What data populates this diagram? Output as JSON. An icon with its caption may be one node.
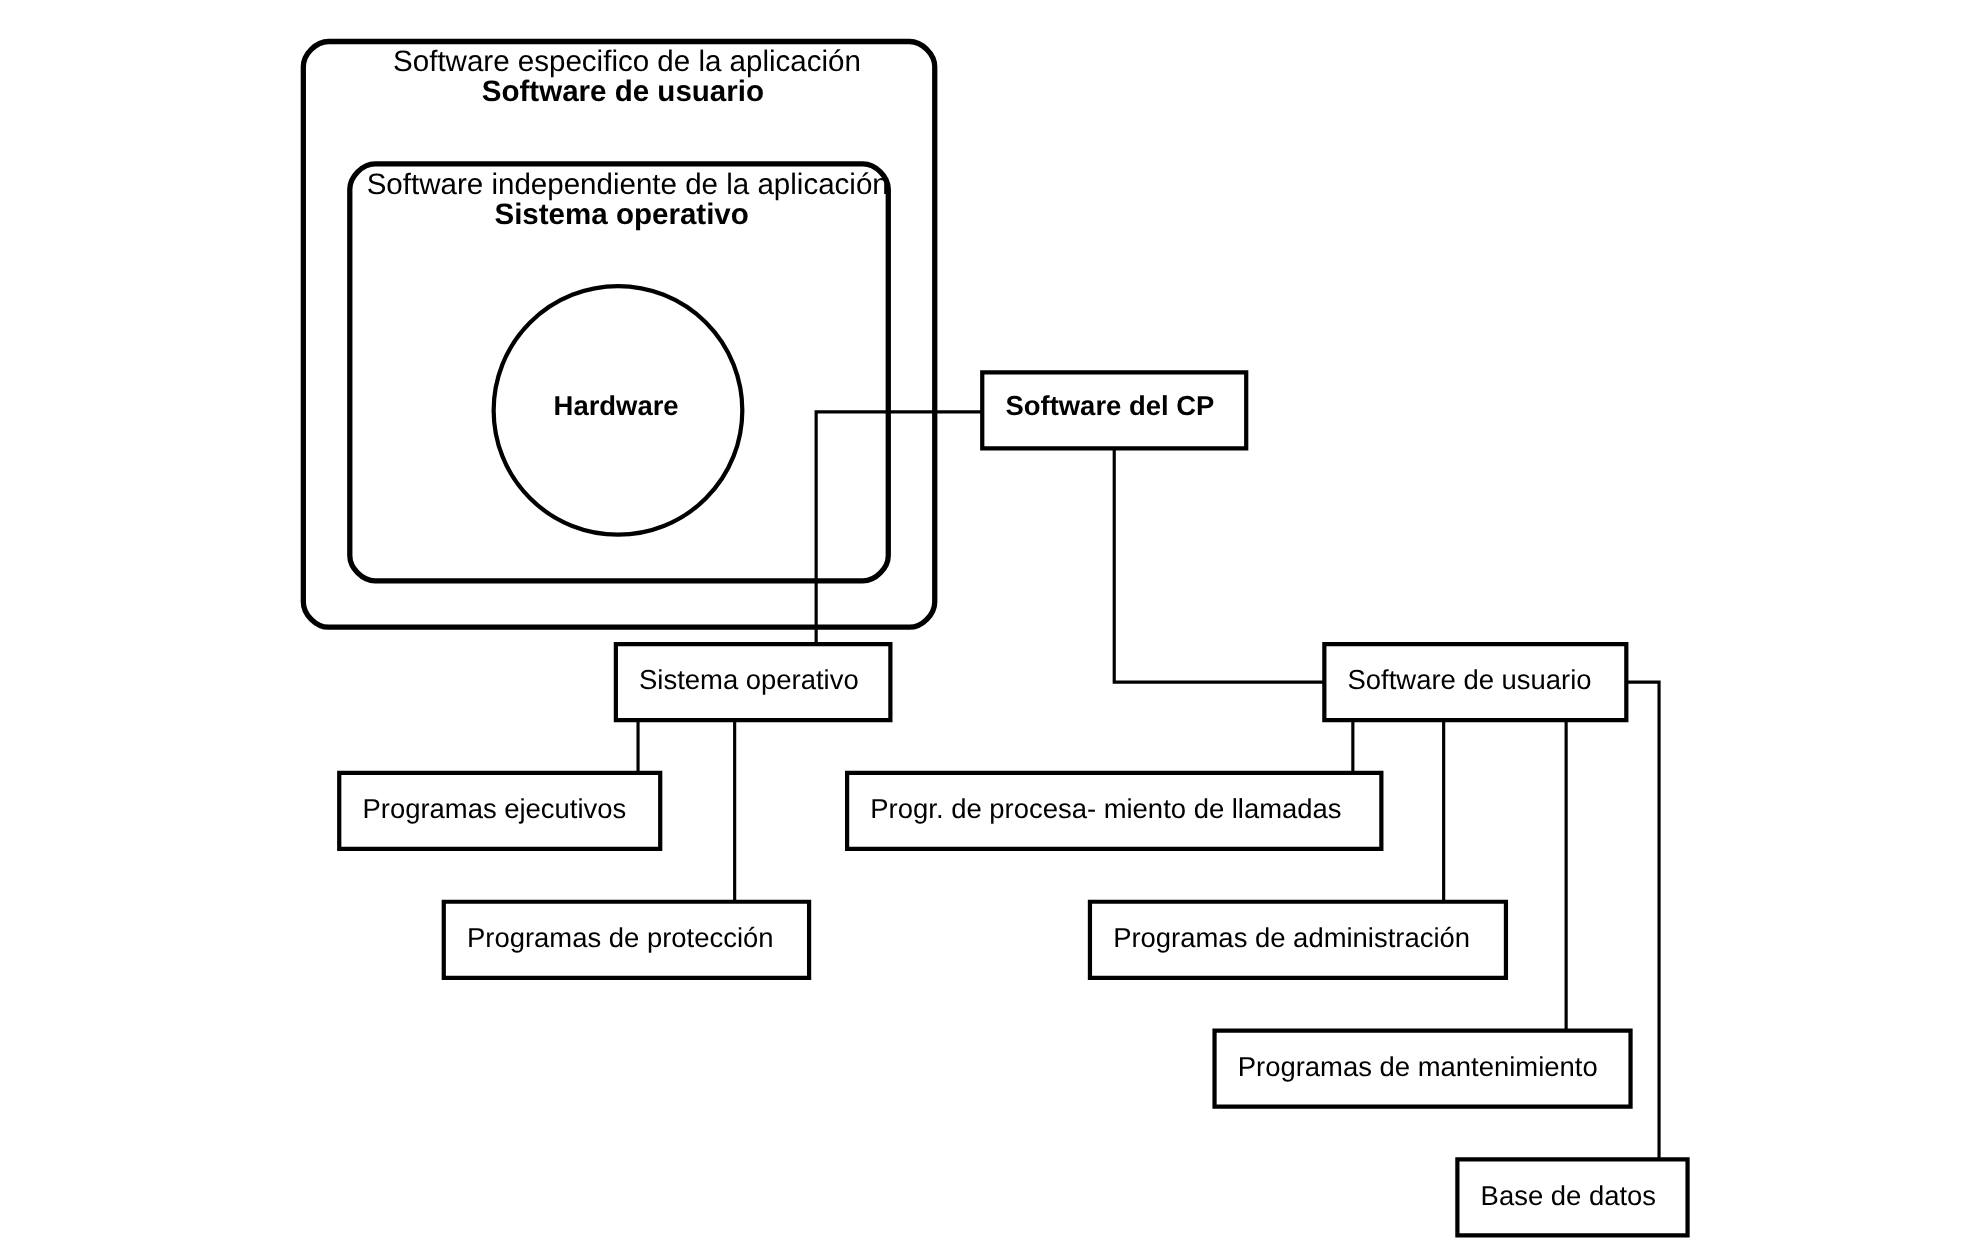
{
  "diagram": {
    "nodes": [
      {
        "text": [
          "Software especifico de la aplicación",
          "Software de usuario"
        ]
      },
      {
        "text": [
          "Software independiente de la aplicación",
          "Sistema operativo"
        ],
        "in": 0
      },
      {
        "text": [
          "Hardware"
        ],
        "in": 1
      },
      {
        "text": [
          "Software del CP"
        ]
      },
      {
        "text": [
          "Sistema operativo"
        ]
      },
      {
        "text": [
          "Software de usuario"
        ]
      },
      {
        "text": [
          "Programas ejecutivos"
        ]
      },
      {
        "text": [
          "Programas de protección"
        ]
      },
      {
        "text": [
          "Progr. de procesa- miento de llamadas"
        ]
      },
      {
        "text": [
          "Programas de administración"
        ]
      },
      {
        "text": [
          "Programas de mantenimiento"
        ]
      },
      {
        "text": [
          "Base de datos"
        ]
      }
    ],
    "edges": [
      {
        "from": 3,
        "to": 4,
        "arrow": "none"
      },
      {
        "from": 3,
        "to": 5,
        "arrow": "none"
      },
      {
        "from": 4,
        "to": 6,
        "arrow": "none"
      },
      {
        "from": 4,
        "to": 7,
        "arrow": "none"
      },
      {
        "from": 5,
        "to": 8,
        "arrow": "none"
      },
      {
        "from": 5,
        "to": 9,
        "arrow": "none"
      },
      {
        "from": 5,
        "to": 10,
        "arrow": "none"
      },
      {
        "from": 5,
        "to": 11,
        "arrow": "none"
      }
    ]
  }
}
